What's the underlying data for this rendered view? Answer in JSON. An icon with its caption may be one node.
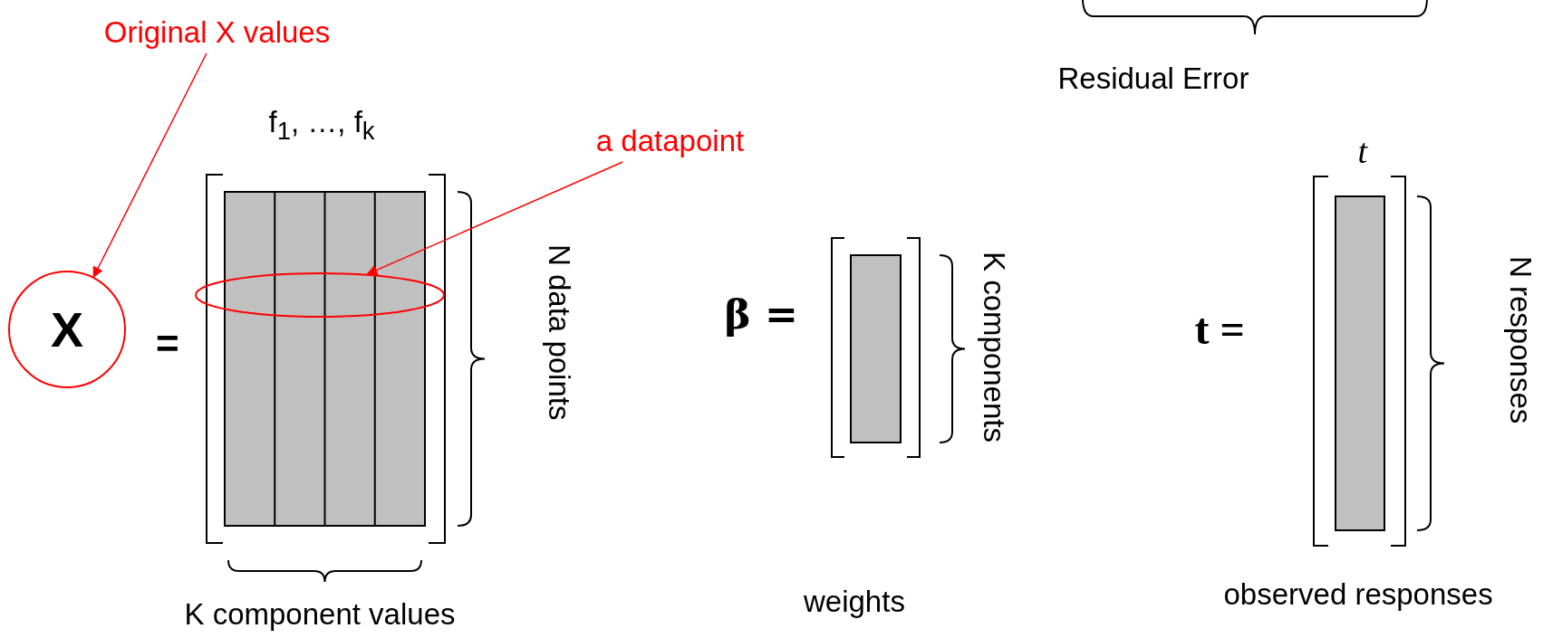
{
  "diagram": {
    "nodes": [
      {
        "text": [
          "Original X values"
        ]
      },
      {
        "text": [
          "X"
        ]
      },
      {
        "text": [
          "a datapoint"
        ]
      },
      {
        "text": [],
        "shape": "ellipse"
      }
    ],
    "edges": [
      {
        "from": 0,
        "to": 1,
        "arrow": "to",
        "color": "#ff0000"
      },
      {
        "from": 2,
        "to": 3,
        "arrow": "to",
        "color": "#ff0000"
      }
    ],
    "labels": [
      "Residual Error",
      "f$_{1}$,  …,  f$_{k}$",
      "t",
      "=",
      "N data points",
      "K components",
      "β =",
      "t =",
      "N responses",
      "K component values",
      "observed responses",
      "weights"
    ]
  }
}
